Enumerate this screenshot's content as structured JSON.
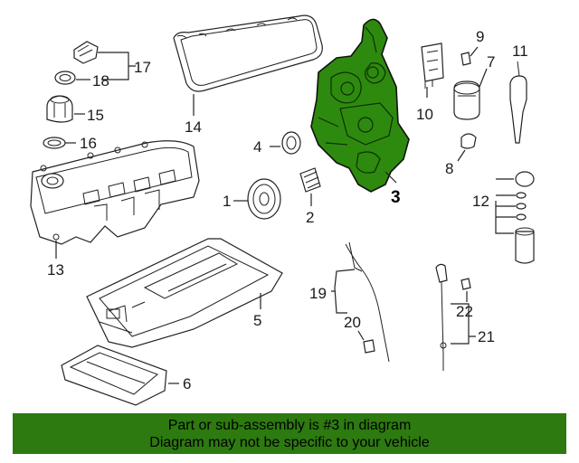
{
  "highlight_color": "#2d8a0e",
  "footer_color": "#2d7a10",
  "callouts": {
    "c1": "1",
    "c2": "2",
    "c3": "3",
    "c4": "4",
    "c5": "5",
    "c6": "6",
    "c7": "7",
    "c8": "8",
    "c9": "9",
    "c10": "10",
    "c11": "11",
    "c12": "12",
    "c13": "13",
    "c14": "14",
    "c15": "15",
    "c16": "16",
    "c17": "17",
    "c18": "18",
    "c19": "19",
    "c20": "20",
    "c21": "21",
    "c22": "22"
  },
  "footer": {
    "line1": "Part or sub-assembly is #3 in diagram",
    "line2": "Diagram may not be specific to your vehicle"
  }
}
